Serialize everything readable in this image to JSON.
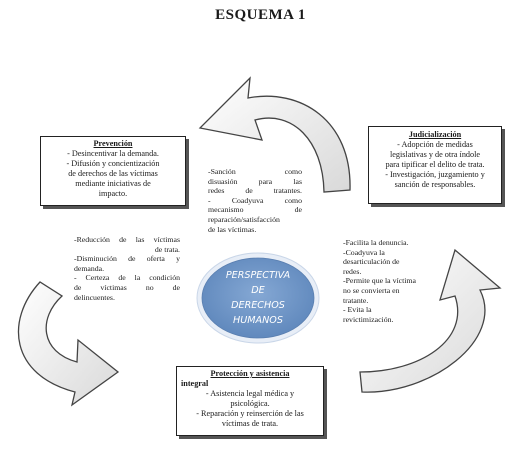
{
  "title": "ESQUEMA 1",
  "center": {
    "lines": [
      "PERSPECTIVA",
      "DE",
      "DERECHOS",
      "HUMANOS"
    ],
    "fill": "#6f96c6"
  },
  "prevencion": {
    "heading": "Prevención",
    "lines": [
      "- Desincentivar la demanda.",
      "- Difusión y concientización",
      "de derechos de las víctimas",
      "mediante iniciativas de",
      "impacto."
    ]
  },
  "judicializacion": {
    "heading": "Judicialización",
    "lines": [
      "- Adopción de medidas",
      "legislativas y de otra índole",
      "para tipificar el delito de trata.",
      "- Investigación, juzgamiento y",
      "sanción de responsables."
    ]
  },
  "proteccion": {
    "heading_lines": [
      "Protección y asistencia",
      "integral"
    ],
    "lines": [
      "- Asistencia legal médica y",
      "psicológica.",
      "- Reparación y reinserción de las",
      "víctimas de trata."
    ]
  },
  "top_text": {
    "lines": [
      "-Sanción como",
      "disuasión para las",
      "redes de tratantes.",
      "- Coadyuva como",
      "mecanismo de",
      "reparación/satisfacción",
      "de las víctimas."
    ]
  },
  "left_text": {
    "lines": [
      "-Reducción de las víctimas",
      "de trata.",
      "-Disminución de oferta y",
      "demanda.",
      "- Certeza de la condición",
      "de víctimas no de",
      "delincuentes."
    ]
  },
  "right_text": {
    "lines": [
      "-Facilita la denuncia.",
      "-Coadyuva la",
      "desarticulación de",
      "redes.",
      "-Permite que la víctima",
      "no se convierta en",
      "tratante.",
      "- Evita la",
      "revictimización."
    ]
  }
}
